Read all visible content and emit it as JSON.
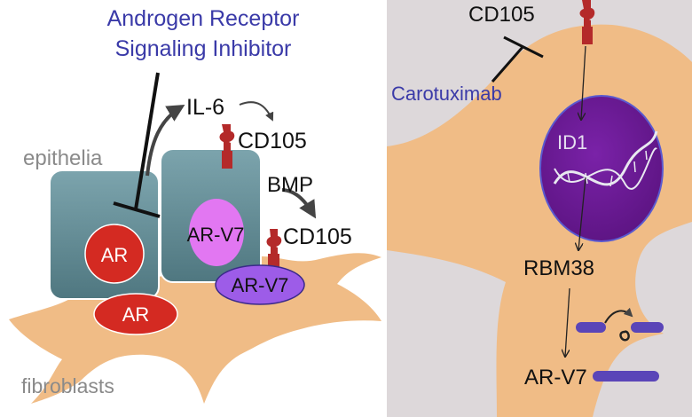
{
  "left_panel": {
    "inhibitor_label_line1": "Androgen Receptor",
    "inhibitor_label_line2": "Signaling Inhibitor",
    "il6_label": "IL-6",
    "cd105_upper_label": "CD105",
    "bmp_label": "BMP",
    "cd105_lower_label": "CD105",
    "epithelia_label": "epithelia",
    "fibroblasts_label": "fibroblasts",
    "ar_epithelial_label": "AR",
    "ar_v7_epithelial_label": "AR-V7",
    "ar_v7_fibroblast_label": "AR-V7",
    "ar_fibroblast_label": "AR"
  },
  "right_panel": {
    "cd105_label": "CD105",
    "antibody_label": "Carotuximab",
    "nucleus_label": "ID1",
    "rbm38_label": "RBM38",
    "ar_v7_label": "AR-V7"
  },
  "colors": {
    "drug_text": "#3a3aa8",
    "cell_tan": "#f0bc86",
    "epithelial_cell": "#5f8a94",
    "receptor_red": "#b42a2a",
    "nucleus_purple": "#6c1b96",
    "ar_red": "#d42a22",
    "ar_v7_pink": "#e277f2",
    "ar_v7_violet": "#9d5ce8",
    "right_background": "#ddd8da",
    "mrna_bar": "#5a45b8"
  }
}
